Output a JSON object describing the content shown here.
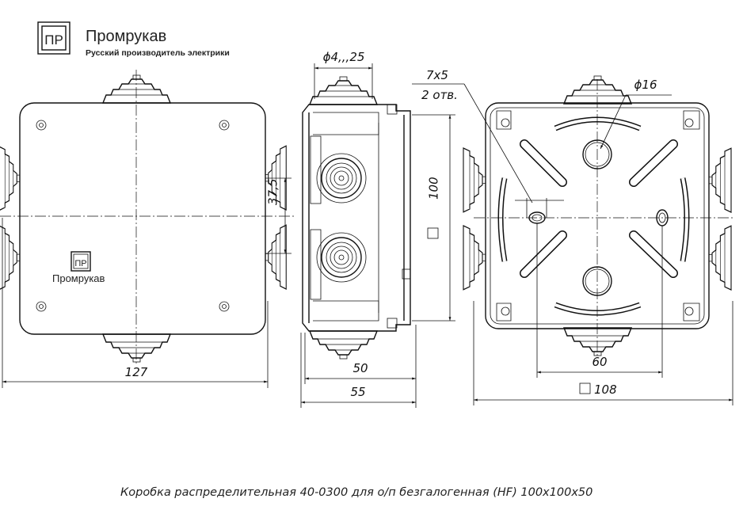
{
  "logo": {
    "mark": "ПР",
    "name": "Промрукав",
    "tagline": "Русский производитель электрики"
  },
  "front_view": {
    "brand_mark": "ПР",
    "brand_name": "Промрукав",
    "dim_width": "127",
    "dim_spacing": "37,5"
  },
  "side_view": {
    "dim_gland": "ϕ4,,,25",
    "dim_height": "100",
    "dim_depth_inner": "50",
    "dim_depth_outer": "55"
  },
  "back_view": {
    "dim_slot": "7x5",
    "dim_slot_count": "2 отв.",
    "dim_hole": "ϕ16",
    "dim_slot_spacing": "60",
    "dim_width": "108"
  },
  "caption": "Коробка распределительная 40-0300 для о/п безгалогенная (HF) 100x100x50"
}
